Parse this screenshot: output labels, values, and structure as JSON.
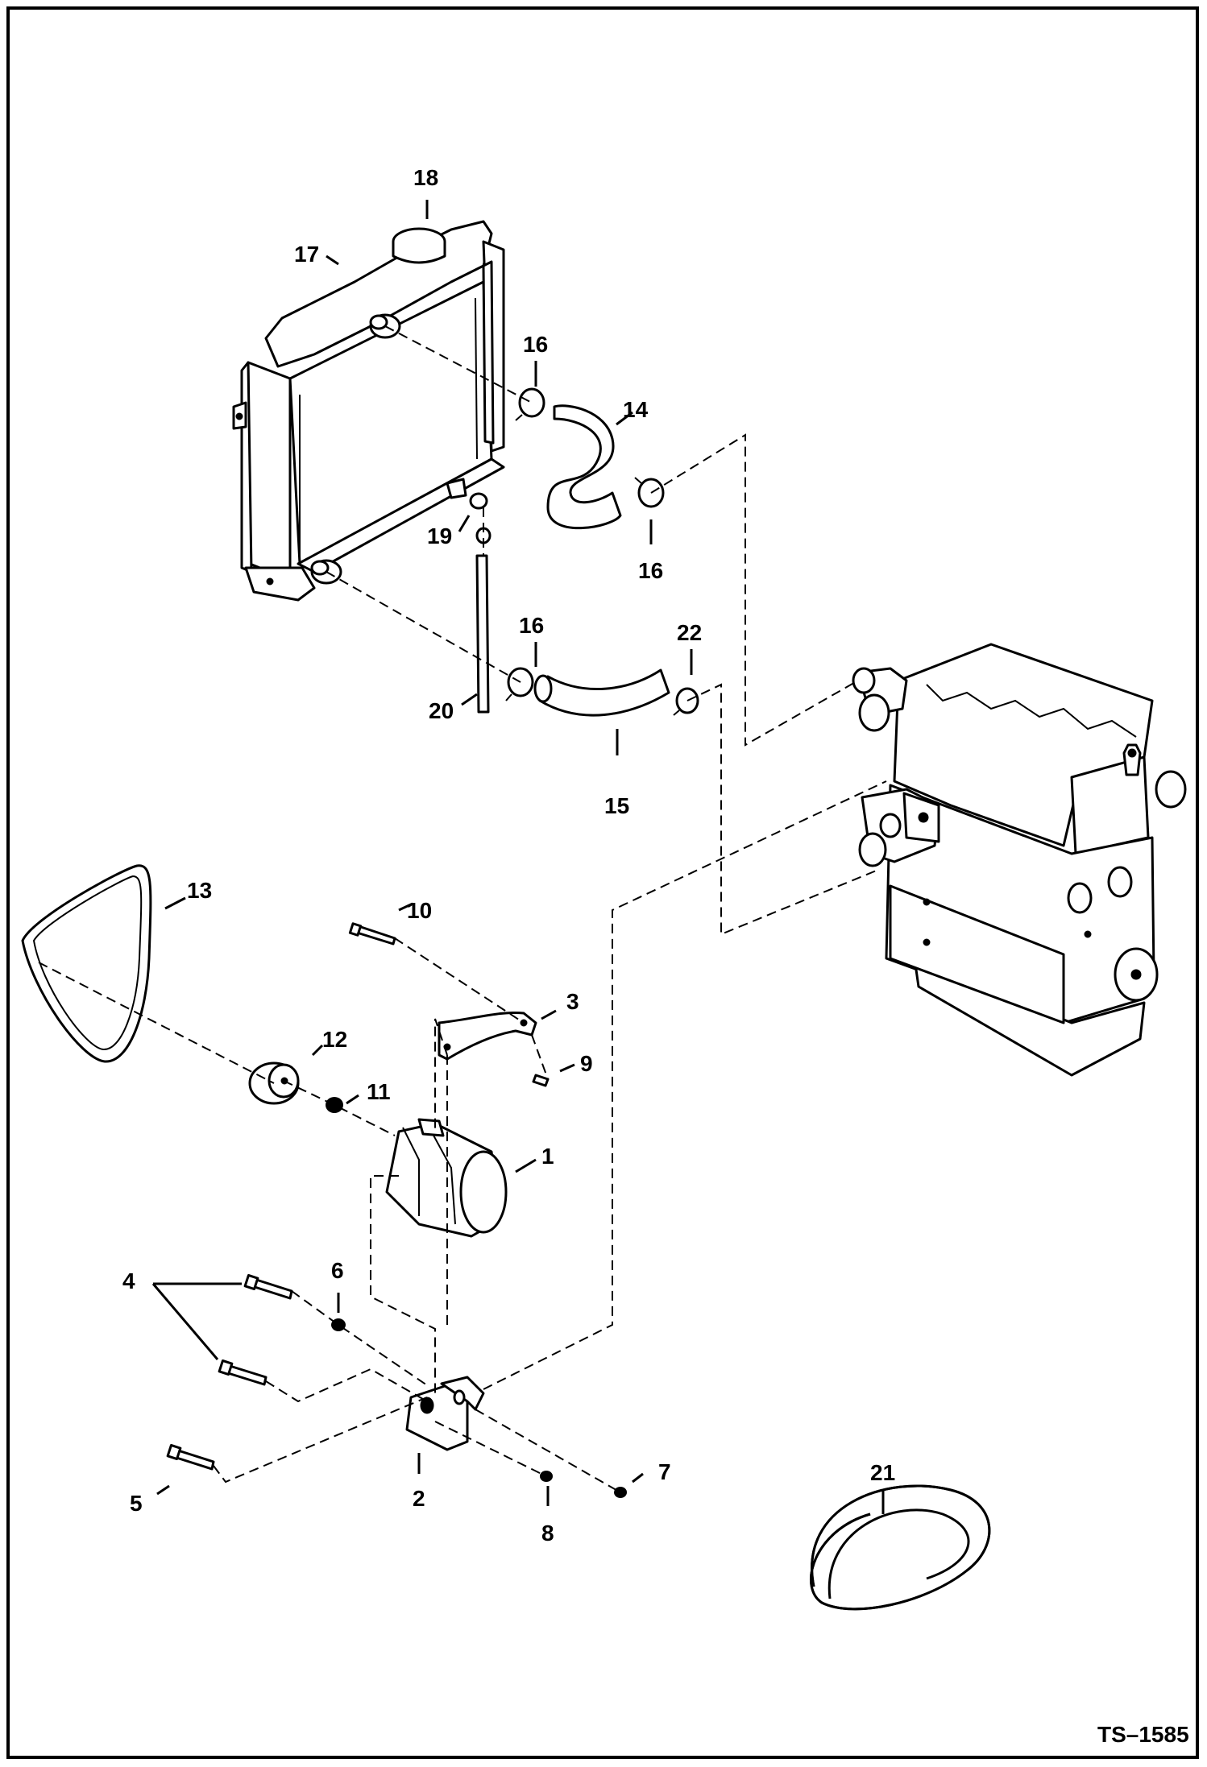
{
  "drawing_id": "TS–1585",
  "callouts": {
    "c1": "1",
    "c2": "2",
    "c3": "3",
    "c4": "4",
    "c5": "5",
    "c6": "6",
    "c7": "7",
    "c8": "8",
    "c9": "9",
    "c10": "10",
    "c11": "11",
    "c12": "12",
    "c13": "13",
    "c14": "14",
    "c15": "15",
    "c16a": "16",
    "c16b": "16",
    "c16c": "16",
    "c17": "17",
    "c18": "18",
    "c19": "19",
    "c20": "20",
    "c21": "21",
    "c22": "22"
  }
}
